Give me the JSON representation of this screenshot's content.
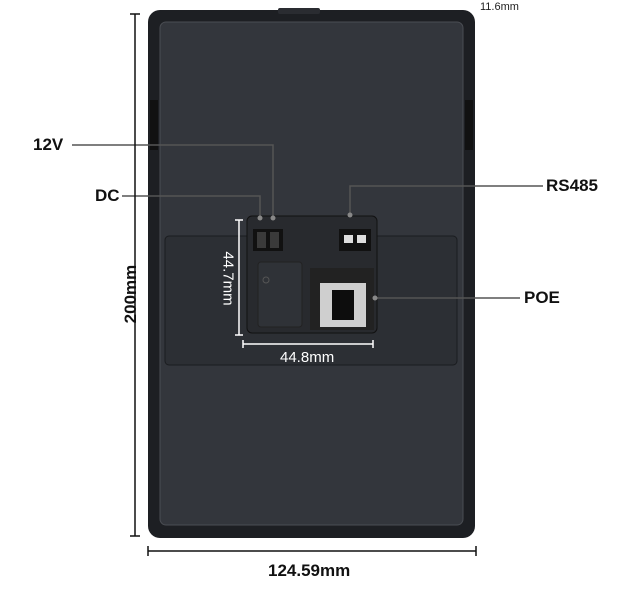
{
  "labels": {
    "v12": "12V",
    "dc": "DC",
    "rs485": "RS485",
    "poe": "POE"
  },
  "dimensions": {
    "height": "200mm",
    "width": "124.59mm",
    "module_height": "44.7mm",
    "module_width": "44.8mm",
    "depth": "11.6mm"
  }
}
